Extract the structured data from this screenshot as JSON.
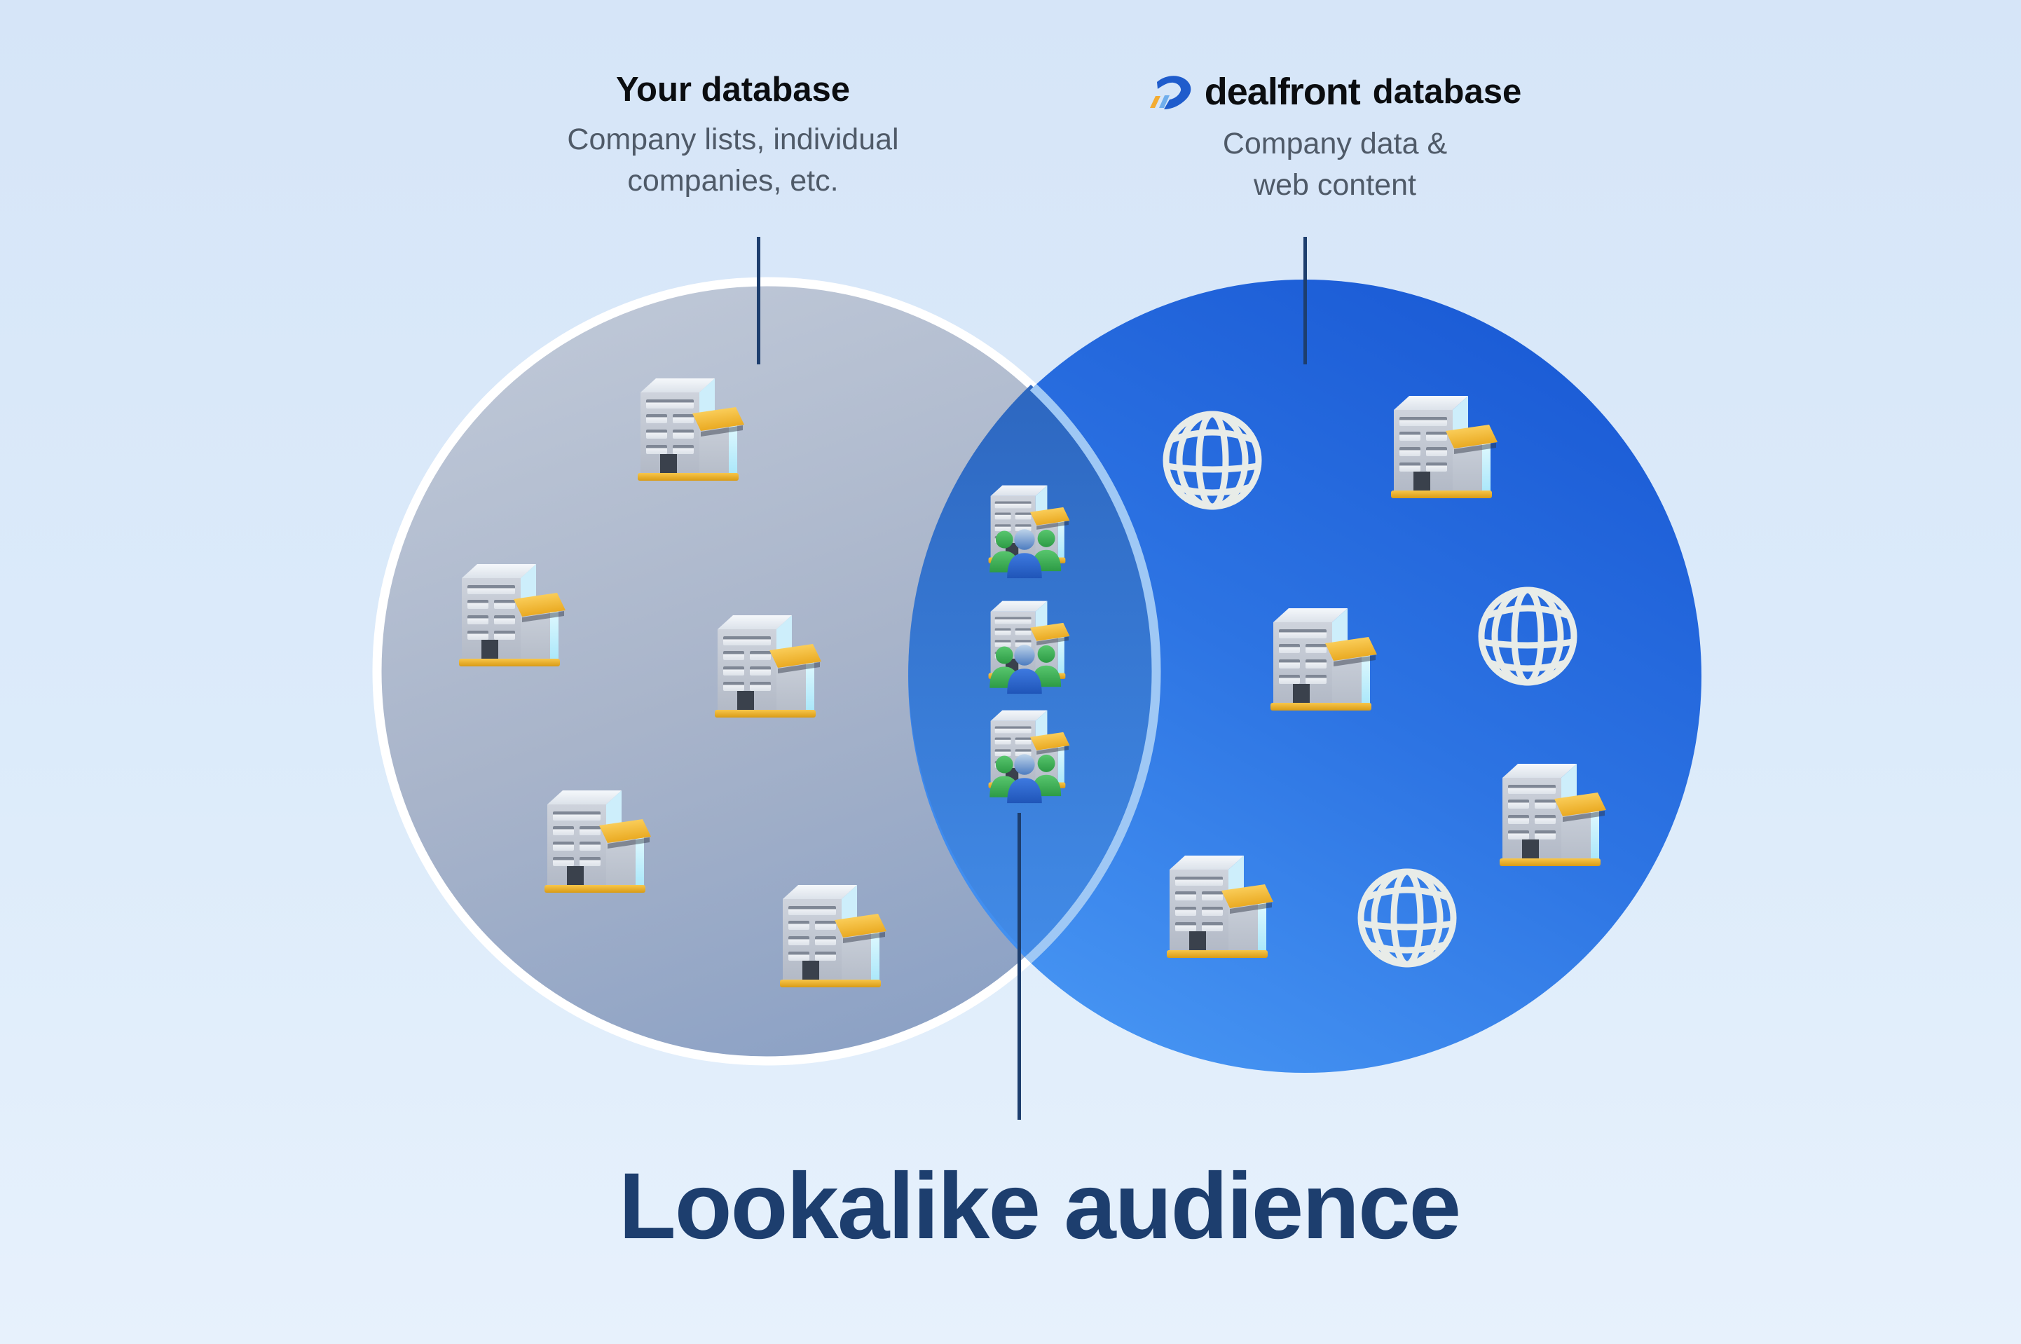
{
  "title": {
    "text": "Lookalike audience"
  },
  "left_label": {
    "title": "Your database",
    "subtitle_lines": [
      "Company lists, individual",
      "companies, etc."
    ]
  },
  "right_label": {
    "brand": "dealfront",
    "suffix": "database",
    "subtitle_lines": [
      "Company data &",
      "web content"
    ]
  },
  "venn": {
    "left_set": {
      "name": "Your database",
      "description": "Company lists, individual companies, etc.",
      "icons": [
        {
          "type": "building-icon",
          "count": 5
        }
      ]
    },
    "right_set": {
      "name": "dealfront database",
      "description": "Company data & web content",
      "icons": [
        {
          "type": "building-icon",
          "count": 4
        },
        {
          "type": "globe-icon",
          "count": 3
        }
      ]
    },
    "intersection": {
      "name": "Lookalike audience",
      "icons": [
        {
          "type": "building-people-icon",
          "count": 3
        }
      ]
    }
  },
  "palette": {
    "background": "#dcebfa",
    "left_circle_top": "#bdc6d6",
    "left_circle_bottom": "#8fa4c6",
    "left_circle_border": "#ffffff",
    "right_circle_top": "#1a5ad5",
    "right_circle_bottom": "#4897f4",
    "overlap_top": "#2d67c0",
    "overlap_bottom": "#418ae6",
    "connector_navy": "#1d3e6e",
    "title_navy": "#1d3e6e",
    "subtitle_gray": "#4f5a68",
    "accent_yellow": "#f0b12f",
    "accent_green": "#3aa953",
    "accent_blue": "#2f6bd4",
    "logo_blue": "#1f5ccc",
    "logo_yellow": "#f3ac33",
    "logo_lightblue": "#70aeec"
  }
}
